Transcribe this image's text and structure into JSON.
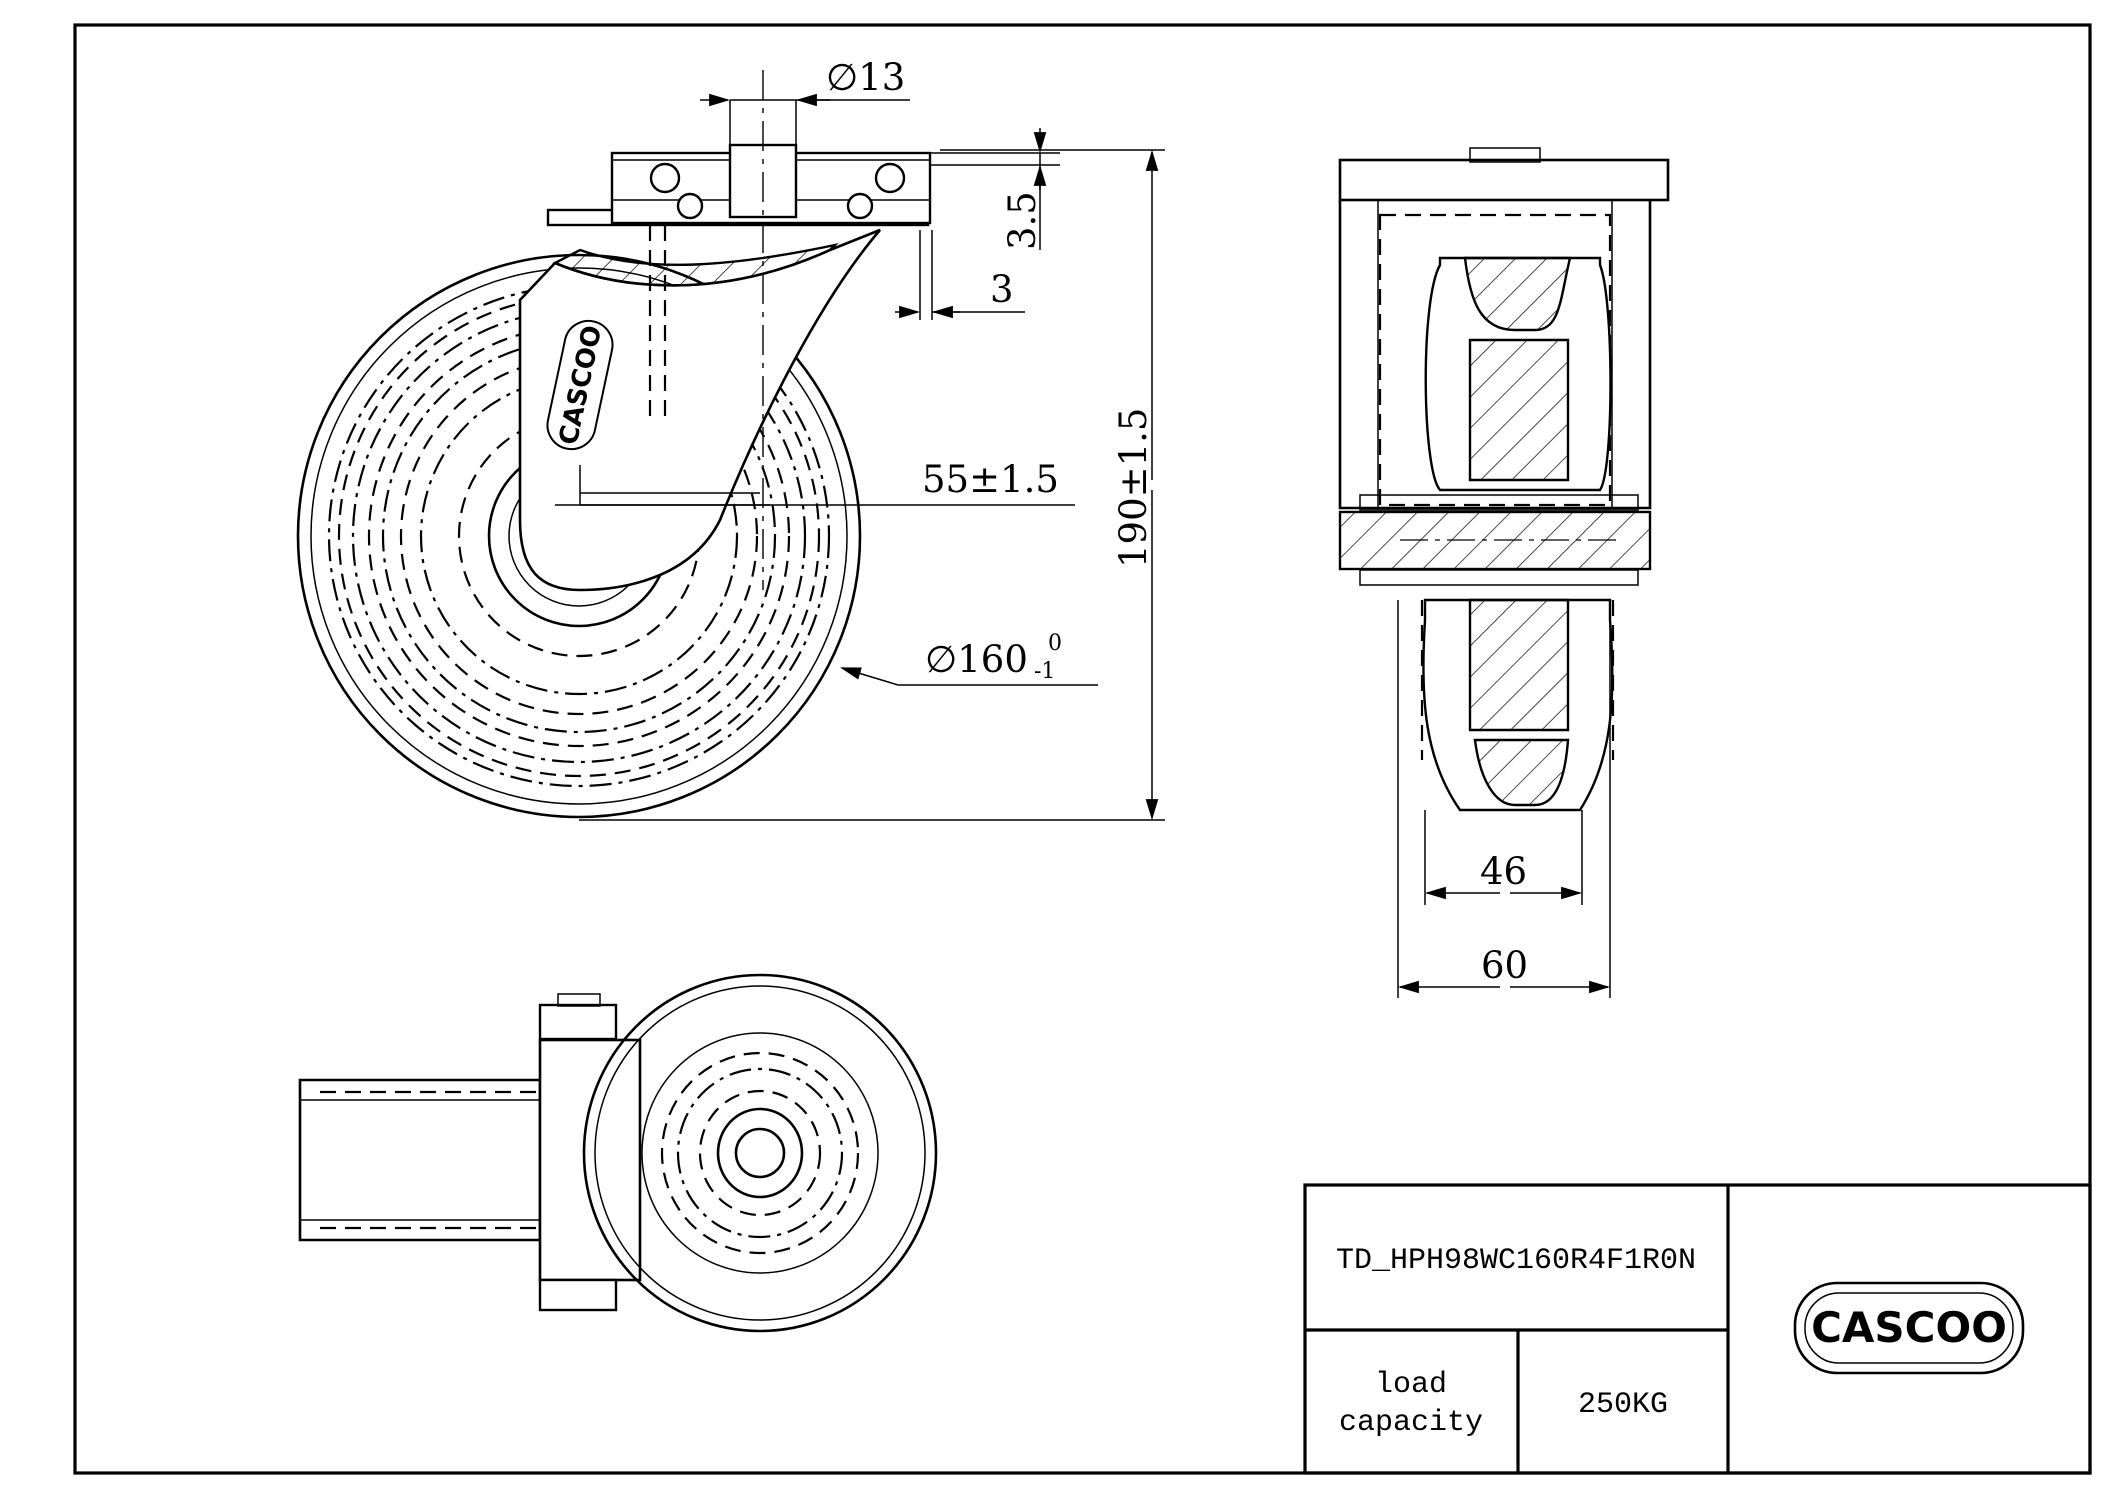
{
  "dimensions": {
    "bolt_hole_diameter": "13",
    "plate_thickness": "3.5",
    "swivel_offset": "3",
    "axle_to_center": "55±1.5",
    "total_height": "190±1.5",
    "wheel_diameter": "160",
    "wheel_diameter_tol_upper": "0",
    "wheel_diameter_tol_lower": "-1",
    "wheel_width": "46",
    "fork_width": "60",
    "diameter_symbol": "∅"
  },
  "title_block": {
    "part_number": "TD_HPH98WC160R4F1R0N",
    "load_label_line1": "load",
    "load_label_line2": "capacity",
    "load_value": "250KG",
    "logo_text": "CASCOO"
  }
}
